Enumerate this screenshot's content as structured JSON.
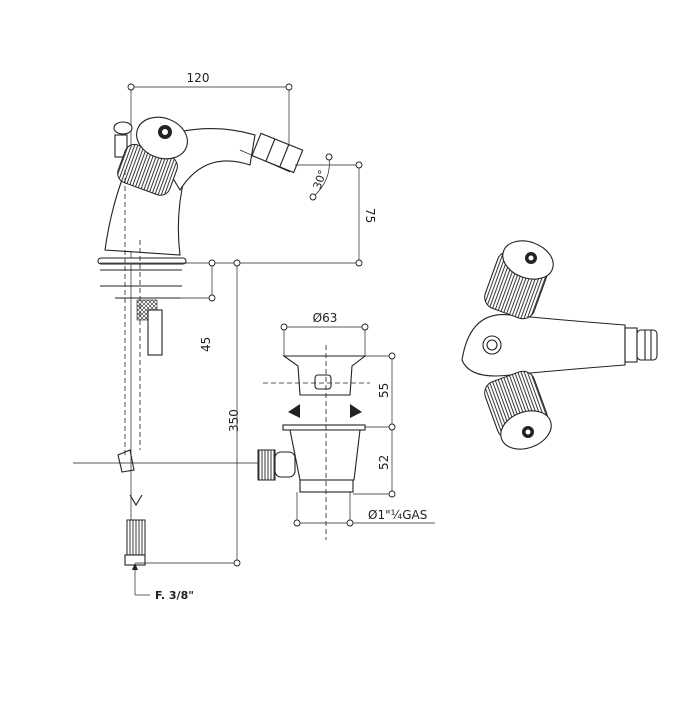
{
  "drawing": {
    "dimensions": {
      "width_spout": "120",
      "spout_angle": "30°",
      "spout_height": "75",
      "deck_thickness": "45",
      "pipe_length": "350",
      "waste_diameter": "Ø63",
      "waste_upper": "55",
      "waste_lower": "52",
      "waste_thread": "Ø1\"¼GAS",
      "supply_connection": "F. 3/8\""
    },
    "colors": {
      "line": "#222222",
      "background": "#ffffff"
    }
  }
}
